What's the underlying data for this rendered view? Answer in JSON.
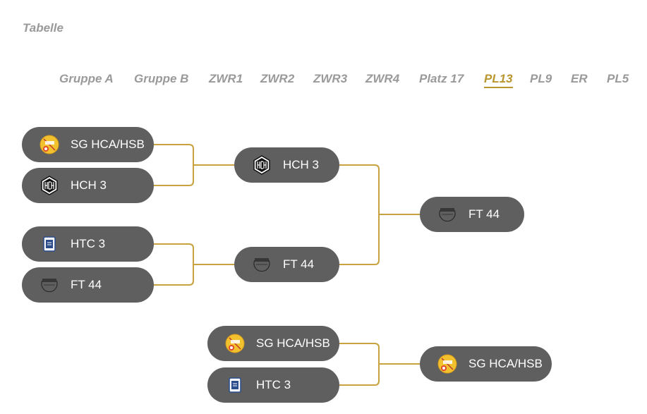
{
  "page": {
    "title": "Tabelle"
  },
  "tabs": [
    {
      "label": "Gruppe A",
      "active": false
    },
    {
      "label": "Gruppe B",
      "active": false
    },
    {
      "label": "ZWR1",
      "active": false
    },
    {
      "label": "ZWR2",
      "active": false
    },
    {
      "label": "ZWR3",
      "active": false
    },
    {
      "label": "ZWR4",
      "active": false
    },
    {
      "label": "Platz 17",
      "active": false
    },
    {
      "label": "PL13",
      "active": true
    },
    {
      "label": "PL9",
      "active": false
    },
    {
      "label": "ER",
      "active": false
    },
    {
      "label": "PL5",
      "active": false
    }
  ],
  "bracket": {
    "round1": [
      {
        "team": "SG HCA/HSB",
        "logo": "sg-hca-hsb-logo"
      },
      {
        "team": "HCH 3",
        "logo": "hch-logo"
      },
      {
        "team": "HTC 3",
        "logo": "htc-logo"
      },
      {
        "team": "FT 44",
        "logo": "ft44-logo"
      }
    ],
    "round2": [
      {
        "team": "HCH 3",
        "logo": "hch-logo"
      },
      {
        "team": "FT 44",
        "logo": "ft44-logo"
      }
    ],
    "final": {
      "team": "FT 44",
      "logo": "ft44-logo"
    },
    "third_place": {
      "match": [
        {
          "team": "SG HCA/HSB",
          "logo": "sg-hca-hsb-logo"
        },
        {
          "team": "HTC 3",
          "logo": "htc-logo"
        }
      ],
      "winner": {
        "team": "SG HCA/HSB",
        "logo": "sg-hca-hsb-logo"
      }
    }
  },
  "colors": {
    "pill": "#5f5f5f",
    "connector": "#c7a23f",
    "tab_active": "#b9962f",
    "tab_inactive": "#9a9a9a"
  }
}
